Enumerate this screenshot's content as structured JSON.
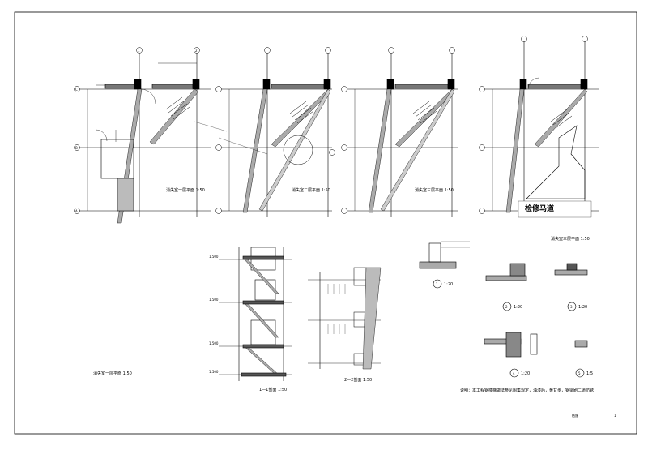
{
  "drawing": {
    "plans": {
      "p1_caption": "消失室一层平面 1:50",
      "p2_caption": "消失室二层平面 1:50",
      "p3_caption": "消失室三层平面 1:50",
      "p4_caption": "消失室三层平面 1:50",
      "ramp_label": "检修马道",
      "bottom_left_caption": "消失室一层平面 1:50"
    },
    "sections": {
      "section_a_caption": "1—1剖面 1:50",
      "section_b_caption": "2—2剖面 1:50",
      "level_marks": [
        "1.500",
        "1.500",
        "1.500",
        "1.500"
      ]
    },
    "details": {
      "d1_scale": "1:20",
      "d2_scale": "1:20",
      "d3_scale": "1:20",
      "d4_scale": "1:20",
      "d5_scale": "1:5",
      "d1_num": "1",
      "d2_num": "2",
      "d3_num": "3",
      "d4_num": "4",
      "d5_num": "5",
      "note": "说明：本工程钢楼梯做法参见图集规定，油漆后，黄甘步，钢梁刷二道防锈"
    },
    "axes": {
      "a": "A",
      "b": "B",
      "c": "C",
      "n1": "1",
      "n2": "2"
    },
    "titleblock_small": "结施",
    "page_no": "1"
  }
}
